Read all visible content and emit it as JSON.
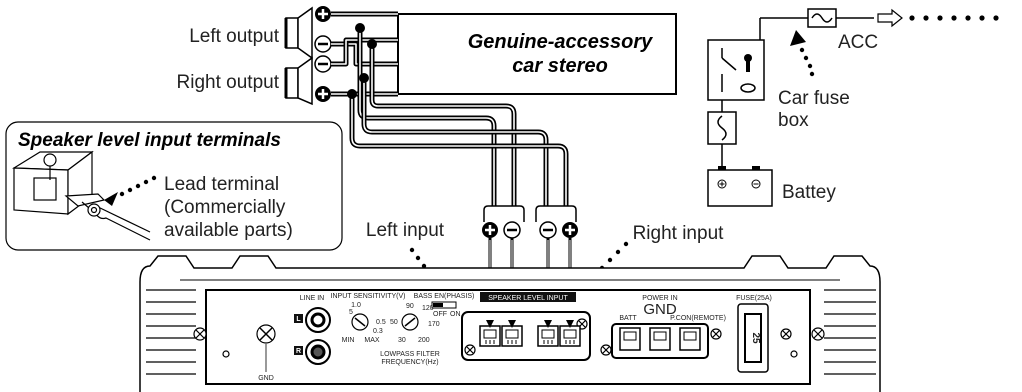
{
  "labels": {
    "left_output": "Left output",
    "right_output": "Right output",
    "stereo_line1": "Genuine-accessory",
    "stereo_line2": "car stereo",
    "acc": "ACC",
    "fuse_box_line1": "Car fuse",
    "fuse_box_line2": "box",
    "battery": "Battey",
    "speaker_terminals_title": "Speaker level input terminals",
    "lead_terminal_line1": "Lead terminal",
    "lead_terminal_line2": "(Commercially",
    "lead_terminal_line3": "available parts)",
    "left_input": "Left input",
    "right_input": "Right input"
  },
  "panel": {
    "line_in": "LINE IN",
    "input_sensitivity": "INPUT SENSITIVITY(V)",
    "sens_ticks": [
      "MIN",
      "0.5",
      "1.0",
      "0.3",
      "MAX",
      "5"
    ],
    "bass_en_phasis": "BASS EN(PHASIS)",
    "off": "OFF",
    "on": "ON",
    "lpf_ticks": [
      "50",
      "90",
      "120",
      "30",
      "200",
      "170"
    ],
    "lowpass_filter": "LOWPASS FILTER",
    "frequency": "FREQUENCY(Hz)",
    "speaker_level_input": "SPEAKER LEVEL INPUT",
    "power_in": "POWER IN",
    "gnd_big": "GND",
    "batt": "BATT",
    "pcon": "P.CON(REMOTE)",
    "fuse": "FUSE(25A)",
    "fuse_value": "25",
    "gnd": "GND",
    "l": "L",
    "r": "R"
  },
  "colors": {
    "line": "#000000",
    "text": "#222222",
    "panel_fill": "#ffffff",
    "dark": "#111111"
  }
}
